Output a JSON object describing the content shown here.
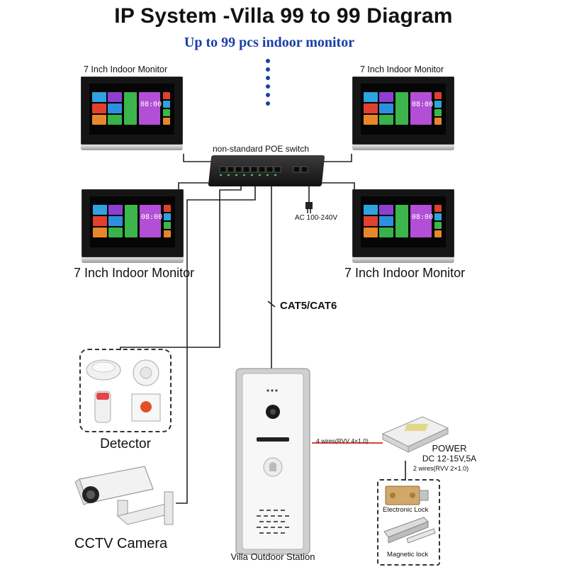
{
  "title": "IP System -Villa 99 to 99 Diagram",
  "subtitle": "Up to 99 pcs indoor monitor",
  "monitors": {
    "top_left_label": "7 Inch Indoor Monitor",
    "top_right_label": "7 Inch Indoor Monitor",
    "mid_left_label": "7 Inch Indoor Monitor",
    "mid_right_label": "7 Inch Indoor Monitor",
    "clock_text": "08:00"
  },
  "switch": {
    "label": "non-standard POE switch",
    "power_label": "AC 100-240V"
  },
  "cable_label": "CAT5/CAT6",
  "detector_label": "Detector",
  "cctv_label": "CCTV Camera",
  "outdoor_station_label": "Villa Outdoor Station",
  "power_supply": {
    "title": "POWER",
    "spec": "DC 12-15V,5A",
    "input_wires": "4 wires(RVV 4×1.0)",
    "output_wires": "2 wires(RVV 2×1.0)"
  },
  "locks": {
    "electronic": "Electronic Lock",
    "magnetic": "Magnetic lock"
  },
  "colors": {
    "subtitle": "#1b3fa8",
    "power_wire": "#d8261c",
    "cable": "#222222"
  }
}
